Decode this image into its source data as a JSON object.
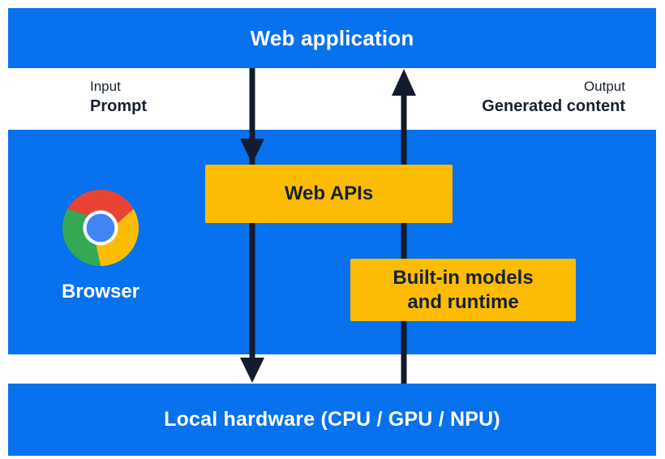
{
  "colors": {
    "layer_blue": "#0771EE",
    "box_yellow": "#FCBC04",
    "ink_navy": "#18212F",
    "arrow_navy": "#131C2C",
    "chrome_red": "#EA4335",
    "chrome_yellow": "#FBBC05",
    "chrome_green": "#34A853",
    "chrome_blue": "#4285F4",
    "background": "#FFFFFF"
  },
  "diagram": {
    "web_application": {
      "label": "Web application"
    },
    "input": {
      "caption": "Input",
      "label": "Prompt"
    },
    "output": {
      "caption": "Output",
      "label": "Generated content"
    },
    "browser": {
      "label": "Browser",
      "web_apis_label": "Web APIs",
      "builtin_line1": "Built-in models",
      "builtin_line2": "and runtime"
    },
    "local_hardware": {
      "label": "Local hardware (CPU / GPU / NPU)"
    }
  }
}
